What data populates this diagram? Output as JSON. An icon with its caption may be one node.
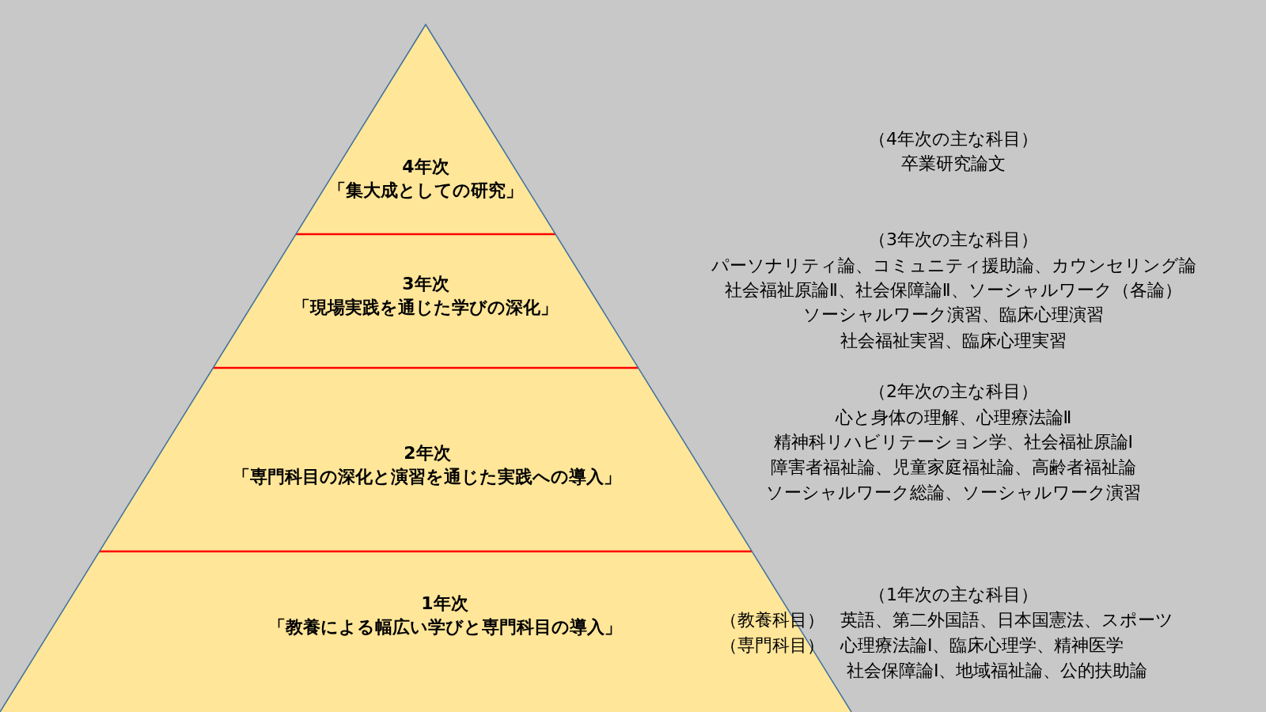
{
  "diagram": {
    "nodes": [
      {
        "text": [
          "4年次",
          "「集大成としての研究」"
        ]
      },
      {
        "text": [
          "3年次",
          "「現場実践を通じた学びの深化」"
        ]
      },
      {
        "text": [
          "2年次",
          "「専門科目の深化と演習を通じた実践への導入」"
        ]
      },
      {
        "text": [
          "1年次",
          "「教養による幅広い学びと専門科目の導入」"
        ]
      }
    ],
    "labels": [
      "（4年次の主な科目）",
      "卒業研究論文",
      "（3年次の主な科目）",
      "パーソナリティ論、コミュニティ援助論、カウンセリング論",
      "社会福祉原論Ⅱ、社会保障論Ⅱ、ソーシャルワーク（各論）",
      "ソーシャルワーク演習、臨床心理演習",
      "社会福祉実習、臨床心理実習",
      "（2年次の主な科目）",
      "心と身体の理解、心理療法論Ⅱ",
      "精神科リハビリテーション学、社会福祉原論Ⅰ",
      "障害者福祉論、児童家庭福祉論、高齢者福祉論",
      "ソーシャルワーク総論、ソーシャルワーク演習",
      "（1年次の主な科目）",
      "（教養科目）",
      "英語、第二外国語、日本国憲法、スポーツ",
      "（専門科目）",
      "心理療法論Ⅰ、臨床心理学、精神医学",
      "社会保障論Ⅰ、地域福祉論、公的扶助論"
    ]
  }
}
